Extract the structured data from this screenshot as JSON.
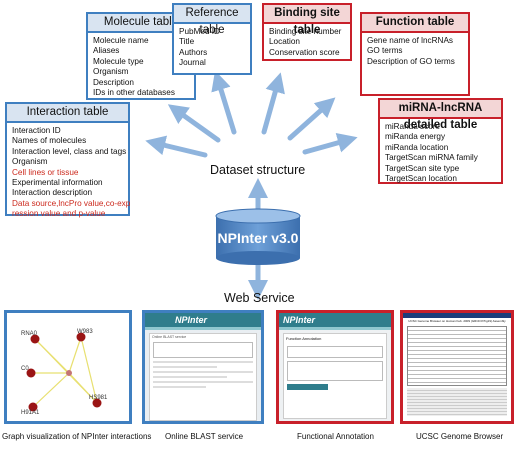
{
  "molecule_table": {
    "title": "Molecule table",
    "fields": [
      "Molecule name",
      "Aliases",
      "Molecule type",
      "Organism",
      "Description",
      "IDs in other databases"
    ]
  },
  "reference_table": {
    "title": "Reference table",
    "fields": [
      "PubMed ID",
      "Title",
      "Authors",
      "Journal"
    ]
  },
  "binding_site_table": {
    "title": "Binding site table",
    "fields": [
      "Binding site number",
      "Location",
      "Conservation score"
    ]
  },
  "function_table": {
    "title": "Function table",
    "fields": [
      "Gene name of lncRNAs",
      "GO terms",
      "Description of GO terms"
    ]
  },
  "interaction_table": {
    "title": "Interaction table",
    "fields": [
      "Interaction ID",
      "Names of molecules",
      "Interaction level, class and tags",
      "Organism"
    ],
    "highlight_1": "Cell lines or tissue",
    "fields_2": [
      "Experimental information",
      "Interaction description"
    ],
    "highlight_2": [
      "Data source,lncPro value,co-exp",
      "ression value and p-value"
    ]
  },
  "mirna_table": {
    "title": "miRNA-lncRNA detailed table",
    "fields": [
      "miRanda score",
      "miRanda energy",
      "miRanda location",
      "TargetScan miRNA family",
      "TargetScan site type",
      "TargetScan location"
    ]
  },
  "center": {
    "dataset_structure": "Dataset structure",
    "database_name": "NPInter v3.0",
    "web_service": "Web Service"
  },
  "graph_nodes": [
    "RNA0",
    "W983",
    "C0",
    "",
    "H91A1",
    "HS981"
  ],
  "screenshots": {
    "blast": {
      "header": "NPInter",
      "subtitle": "Online BLAST service"
    },
    "functional": {
      "header": "NPInter",
      "title": "Function Annotation"
    },
    "ucsc": {
      "title": "UCSC Genome Browser on Human Feb. 2009 (GRCh37/hg19) Assembly"
    }
  },
  "captions": [
    "Graph visualization of NPInter interactions",
    "Online BLAST service",
    "Functional Annotation",
    "UCSC Genome Browser"
  ],
  "colors": {
    "blue_border": "#3f7fc0",
    "red_border": "#c8202a",
    "highlight_text": "#cc2a1e",
    "arrow": "#8fb4dd",
    "cylinder": "#5a8fc9"
  }
}
